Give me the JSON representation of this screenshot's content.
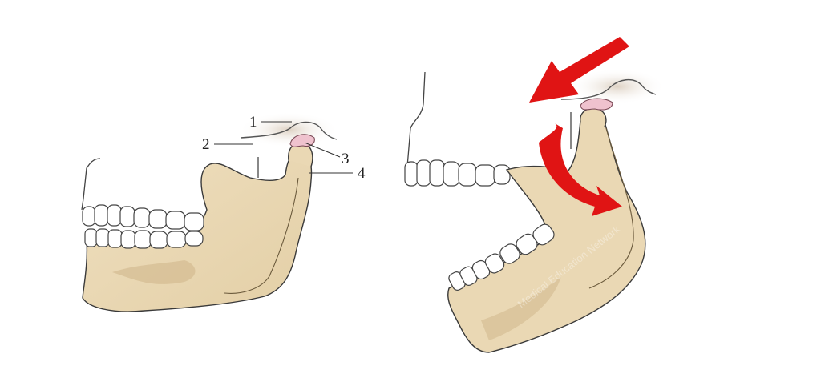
{
  "figure": {
    "left_panel": {
      "callouts": [
        {
          "label": "1"
        },
        {
          "label": "2"
        },
        {
          "label": "3"
        },
        {
          "label": "4"
        }
      ]
    },
    "right_panel": {
      "arrows": [
        "forward-translation-arrow-icon",
        "rotation-arrow-icon"
      ],
      "watermark": "Medical Education Network"
    },
    "colors": {
      "bone": "#ead8b4",
      "bone_shadow": "#cdb488",
      "outline": "#3a3a3a",
      "disc": "#efc2ce",
      "fossa_shade": "#e6dccf",
      "arrow": "#e01414"
    }
  }
}
